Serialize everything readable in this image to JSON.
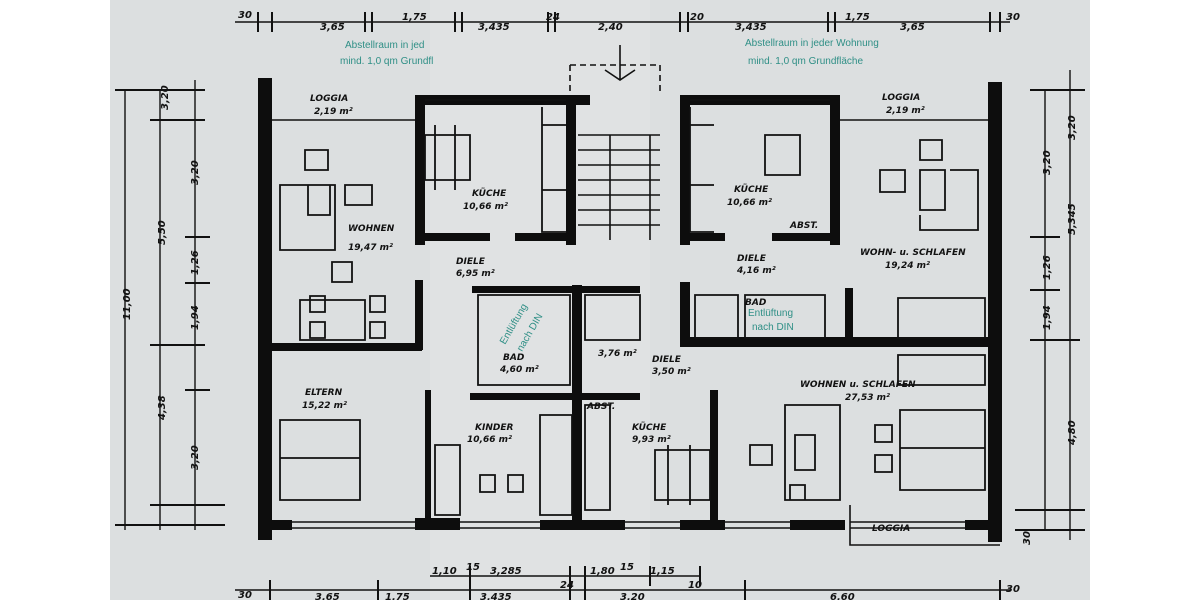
{
  "paper_color": "#dcdfe0",
  "ink_color": "#0d0d0d",
  "stamp_color": "#2f8f86",
  "rooms": {
    "loggia_left": {
      "name": "LOGGIA",
      "area": "2,19 m²"
    },
    "wohnen": {
      "name": "WOHNEN",
      "area": "19,47 m²"
    },
    "kueche_left": {
      "name": "KÜCHE",
      "area": "10,66 m²"
    },
    "diele_left": {
      "name": "DIELE",
      "area": "6,95 m²"
    },
    "bad_left": {
      "name": "BAD",
      "area": "4,60 m²"
    },
    "bad_mid": {
      "area": "3,76 m²"
    },
    "eltern": {
      "name": "ELTERN",
      "area": "15,22 m²"
    },
    "kinder": {
      "name": "KINDER",
      "area": "10,66 m²"
    },
    "abst": {
      "name": "ABST."
    },
    "abst_right": {
      "name": "ABST."
    },
    "diele_mid": {
      "name": "DIELE",
      "area": "3,50 m²"
    },
    "kueche_mid": {
      "name": "KÜCHE",
      "area": "9,93 m²"
    },
    "kueche_right": {
      "name": "KÜCHE",
      "area": "10,66 m²"
    },
    "diele_right": {
      "name": "DIELE",
      "area": "4,16 m²"
    },
    "bad_right": {
      "name": "BAD"
    },
    "loggia_right": {
      "name": "LOGGIA",
      "area": "2,19 m²"
    },
    "wohn_schlafen_right": {
      "name": "WOHN- u. SCHLAFEN",
      "area": "19,24 m²"
    },
    "wohnen_schlafen": {
      "name": "WOHNEN u. SCHLAFEN",
      "area": "27,53 m²"
    },
    "loggia_bottom": {
      "name": "LOGGIA"
    }
  },
  "stamps": {
    "abstellraum_left_1": "Abstellraum in jed",
    "abstellraum_left_2": "mind. 1,0 qm Grundfl",
    "abstellraum_right_1": "Abstellraum in jeder Wohnung",
    "abstellraum_right_2": "mind. 1,0 qm Grundfläche",
    "entlueftung_1": "Entlüftung",
    "entlueftung_2": "nach DIN"
  },
  "dimensions": {
    "top": [
      "30",
      "3,65",
      "1,75",
      "3,435",
      "24",
      "2,40",
      "20",
      "3,435",
      "1,75",
      "3,65",
      "30"
    ],
    "bottom_inner": [
      "1,10",
      "15",
      "3,285",
      "1,80",
      "15",
      "1,15"
    ],
    "bottom": [
      "30",
      "3,65",
      "1,75",
      "3,435",
      "24",
      "3,20",
      "10",
      "6,60",
      "30"
    ],
    "left": [
      "11,00",
      "5,50",
      "4,38",
      "3,20",
      "1,26",
      "1,94",
      "3,20",
      "3,20"
    ],
    "right": [
      "5,345",
      "4,80",
      "3,20",
      "1,94",
      "1,26",
      "3,20",
      "30"
    ]
  }
}
